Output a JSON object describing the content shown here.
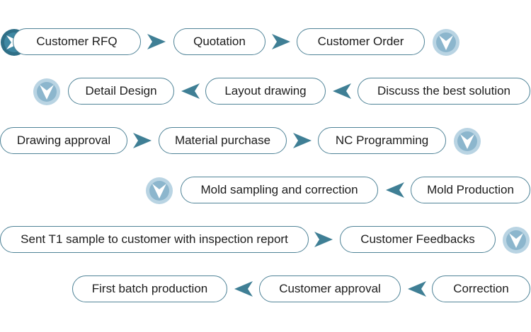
{
  "colors": {
    "step_border": "#4f8397",
    "arrow": "#3f7f95",
    "marker_outer": "#b9d4e3",
    "marker_inner": "#8cb6cd"
  },
  "steps": {
    "customer_rfq": "Customer RFQ",
    "quotation": "Quotation",
    "customer_order": "Customer Order",
    "discuss_solution": "Discuss the best solution",
    "layout_drawing": "Layout drawing",
    "detail_design": "Detail Design",
    "drawing_approval": "Drawing approval",
    "material_purchase": "Material purchase",
    "nc_programming": "NC Programming",
    "mold_production": "Mold Production",
    "mold_sampling": "Mold sampling and correction",
    "sent_t1_sample": "Sent T1 sample to customer with inspection report",
    "customer_feedbacks": "Customer Feedbacks",
    "correction": "Correction",
    "customer_approval": "Customer approval",
    "first_batch": "First batch production"
  }
}
